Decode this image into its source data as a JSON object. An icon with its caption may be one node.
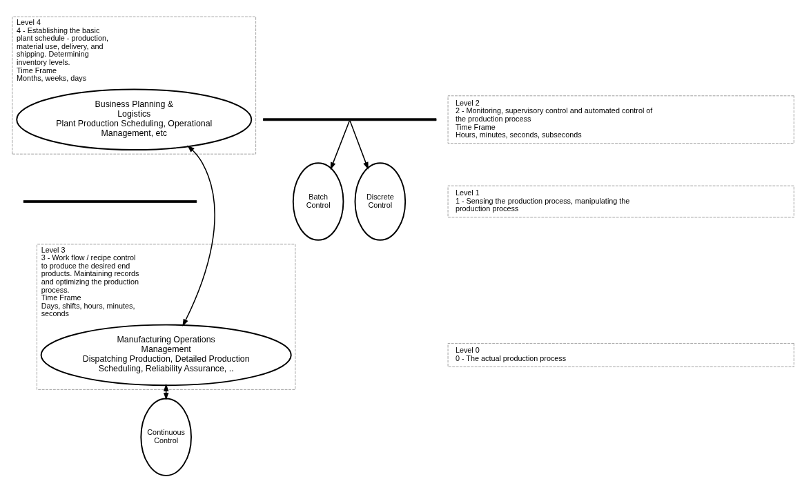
{
  "diagram": {
    "nodes": [
      {
        "text": [
          "Level 4",
          "4 - Establishing the basic plant schedule - production, material use, delivery, and shipping. Determining inventory levels.",
          "Time Frame",
          "Months, weeks, days"
        ]
      },
      {
        "text": [
          "Business Planning & Logistics",
          "Plant Production Scheduling, Operational Management, etc"
        ],
        "in": 0
      },
      {
        "text": [],
        "shape": "bar"
      },
      {
        "text": [
          "Level 3",
          "3 - Work flow / recipe control to produce the desired end products. Maintaining records and optimizing the production process.",
          "Time Frame",
          "Days, shifts, hours, minutes, seconds"
        ]
      },
      {
        "text": [
          "Manufacturing Operations Management",
          "Dispatching Production, Detailed Production Scheduling, Reliability Assurance, .."
        ],
        "in": 3
      },
      {
        "text": [],
        "shape": "bar"
      },
      {
        "text": [
          "Level 2",
          "2 - Monitoring, supervisory control and automated control of the production process",
          "Time Frame",
          "Hours, minutes, seconds, subseconds"
        ]
      },
      {
        "text": [
          "Batch Control"
        ]
      },
      {
        "text": [
          "Continuous Control"
        ]
      },
      {
        "text": [
          "Discrete Control"
        ]
      },
      {
        "text": [
          "Level 1",
          "1 - Sensing the production process, manipulating the production process"
        ]
      },
      {
        "text": [
          "Level 0",
          "0 - The actual production process"
        ]
      }
    ],
    "edges": [
      {
        "from": 1,
        "to": 4,
        "arrow": "both"
      },
      {
        "from": 4,
        "to": 8,
        "arrow": "both"
      },
      {
        "from": 5,
        "to": 7,
        "arrow": "to"
      },
      {
        "from": 5,
        "to": 9,
        "arrow": "to"
      }
    ]
  }
}
